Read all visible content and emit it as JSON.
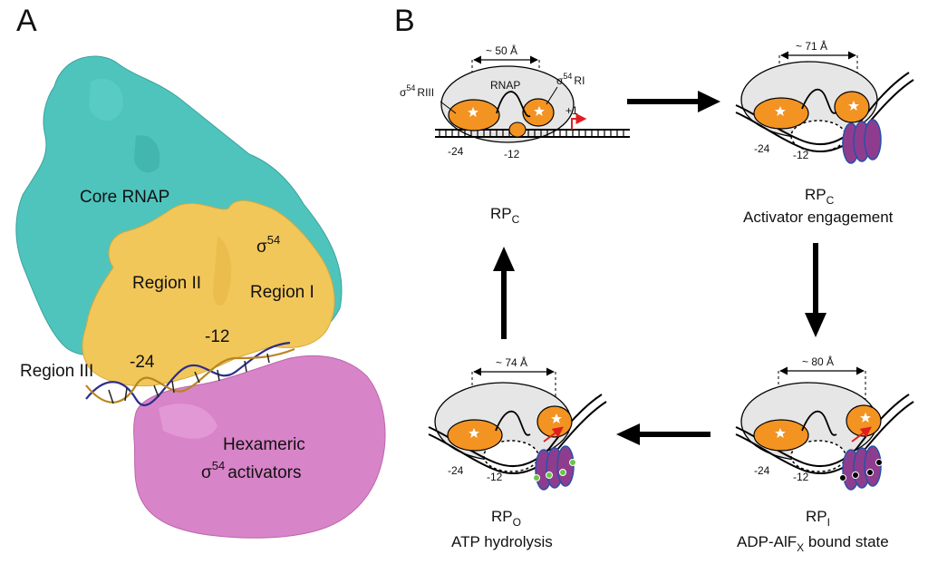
{
  "panels": {
    "a": "A",
    "b": "B"
  },
  "panel_a": {
    "core_rnap": "Core RNAP",
    "region_ii": "Region II",
    "sigma": "σ",
    "sigma_sup": "54",
    "region_i": "Region I",
    "region_iii": "Region III",
    "pos_m24": "-24",
    "pos_m12": "-12",
    "hex_line1": "Hexameric",
    "hex_sigma": "σ",
    "hex_sup": "54",
    "hex_line2": "activators"
  },
  "panel_b": {
    "top_left": {
      "distance": "~ 50 Å",
      "rnap": "RNAP",
      "riii_sigma": "σ",
      "riii_sup": "54",
      "riii_label": "RIII",
      "ri_sigma": "σ",
      "ri_sup": "54",
      "ri_label": "RI",
      "plus1": "+1",
      "pos_m24": "-24",
      "pos_m12": "-12",
      "state": "RP",
      "state_sub": "C"
    },
    "top_right": {
      "distance": "~ 71 Å",
      "pos_m24": "-24",
      "pos_m12": "-12",
      "state": "RP",
      "state_sub": "C",
      "caption": "Activator engagement"
    },
    "bottom_right": {
      "distance": "~ 80 Å",
      "pos_m24": "-24",
      "pos_m12": "-12",
      "state": "RP",
      "state_sub": "I",
      "caption_pre": "ADP-AlF",
      "caption_sub": "X",
      "caption_post": " bound state"
    },
    "bottom_left": {
      "distance": "~ 74 Å",
      "pos_m24": "-24",
      "pos_m12": "-12",
      "state": "RP",
      "state_sub": "O",
      "caption": "ATP hydrolysis"
    }
  },
  "colors": {
    "teal": "#4fc4bd",
    "gold": "#f2c75a",
    "pink": "#d884c8",
    "orange": "#f39322",
    "purple": "#8e3d8e",
    "grey": "#e6e6e6",
    "red": "#e01e1e"
  }
}
